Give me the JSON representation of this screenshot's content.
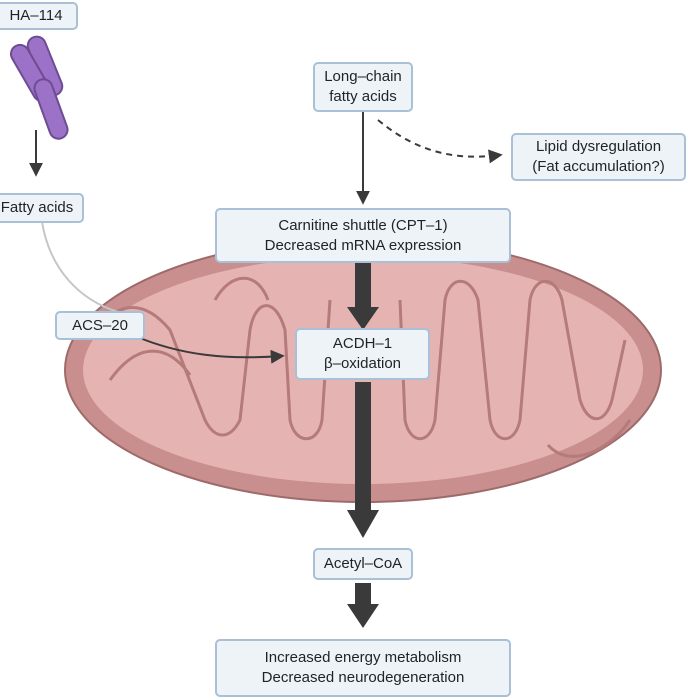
{
  "colors": {
    "box_fill": "#eef3f8",
    "box_border": "#a9c0d6",
    "arrow": "#3a3a3a",
    "mito_outer": "#c98f8f",
    "mito_inner": "#f0caca",
    "bacteria": "#9b72c7"
  },
  "icons": {
    "bacteria": "rod-bacteria-icon"
  },
  "nodes": {
    "ha114": "HA–114",
    "fatty_acids": "Fatty acids",
    "long_chain": {
      "line1": "Long–chain",
      "line2": "fatty acids"
    },
    "lipid": {
      "line1": "Lipid dysregulation",
      "line2": "(Fat accumulation?)"
    },
    "carnitine": {
      "line1": "Carnitine shuttle (CPT–1)",
      "line2": "Decreased mRNA expression"
    },
    "acs20": "ACS–20",
    "acdh1": {
      "line1": "ACDH–1",
      "line2": "β–oxidation"
    },
    "acetyl": "Acetyl–CoA",
    "outcome": {
      "line1": "Increased energy metabolism",
      "line2": "Decreased neurodegeneration"
    }
  }
}
